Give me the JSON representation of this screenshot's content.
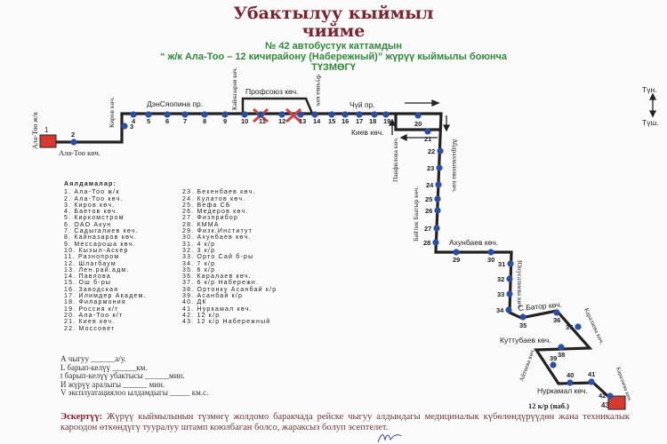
{
  "header": {
    "title_line1": "Убактылуу кыймыл",
    "title_line2": "чийме",
    "subtitle_line1": "№ 42 автобустук каттамдын",
    "subtitle_line2": "“ ж/к Ала-Тоо – 12   кичирайону (Набережный)” жүрүү кыймылы боюнча",
    "subtitle_line3": "ТҮЗМӨГҮ"
  },
  "direction": {
    "up": "Түн.",
    "down": "Түш."
  },
  "streets": {
    "ala_too_zhk": "Ала-Тоо ж/к",
    "ala_too_koch": "Ала-Тоо көч.",
    "kirov": "Киров көч.",
    "deng": "ДэнСяопина пр.",
    "kainazarov": "Кайназаров көч.",
    "profsoyuz": "Профсоюз көч.",
    "fuchik": "Фучика көч.",
    "chui": "Чүй пр.",
    "kiev": "Киев көч.",
    "panfilov": "Панфилова көч.",
    "abdrakhmanov": "Абдрахманова көч.",
    "baitik": "Байтик Баатыр көч.",
    "akhunbaev": "Ахунбаев көч.",
    "yunusaliev": "Юнусалиева көч.",
    "s_bator": "С.Батор көч.",
    "karalaev": "Каралаева көч.",
    "kuttubaev": "Куттубаев көч.",
    "aitiev": "Айтиева көч.",
    "nurkamal": "Нуркамал көч.",
    "karalaev2": "Каралаева көч.",
    "end_label": "12 к/р (наб.)"
  },
  "stops_title": "Аялдамалар:",
  "stops": [
    "1. Ала-Тоо ж/к",
    "2. Ала-Тоо көч.",
    "3. Киров көч.",
    "4. Баетов көч.",
    "5. Киркомстром",
    "6. ОАО Акун",
    "7. Садыгалиев көч.",
    "8. Кайназаров көч.",
    "9. Мессароша көч.",
    "10. Кызыл-Аскер",
    "11. Разнопром",
    "12. Шлагбаум",
    "13. Лен.рай.адм.",
    "14. Павлова",
    "15. Ош б-ры",
    "16. Заводская",
    "17. Илимдер Академ.",
    "18. Филармония",
    "19. Россия к/т",
    "20. Ала-Тоо к/т",
    "21. Киев көч.",
    "22. Моссовет",
    "23. Бекенбаев көч.",
    "24. Кулатов көч.",
    "25. Вефа СБ",
    "26. Медеров көч.",
    "27. Физприбор",
    "28. КММА",
    "29. Физк.Институт",
    "30. Ахунбаев көч.",
    "31. 4 к/р",
    "32. 3 к/р",
    "33. Орто Сай б-ры",
    "34. 7 к/р",
    "35. 6 к/р",
    "36. Каралаев көч.",
    "37. 6 к/р Набережн.",
    "38. Ортонку Асанбай к/р",
    "39. Асанбай к/р",
    "40. ДК",
    "41. Нуркамал көч.",
    "42. 12 к/р",
    "43. 12 к/р Набережный"
  ],
  "stop_numbers": [
    "1",
    "2",
    "3",
    "4",
    "5",
    "6",
    "7",
    "8",
    "9",
    "10",
    "11",
    "12",
    "13",
    "14",
    "15",
    "16",
    "17",
    "18",
    "19",
    "20",
    "21",
    "22",
    "23",
    "24",
    "25",
    "26",
    "27",
    "28",
    "29",
    "30",
    "31",
    "32",
    "33",
    "34",
    "35",
    "36",
    "37",
    "38",
    "39",
    "40",
    "41",
    "42",
    "43"
  ],
  "params": [
    "А чыгуу ______а/у.",
    "L барып-келүү ______км.",
    "t барып-келүү убактысы ______мин.",
    "И жүрүү аралыгы ______ мин.",
    "V эксплуатациялоо ылдамдыгы _____ км.с."
  ],
  "note": {
    "label": "Эскертүү:",
    "text": " Жүрүү кыймылынын түзмөгү жолдомо баракчада рейске чыгуу алдындагы медициналык күбөлөндүрүүдөн жана техникалык кароодон өткөндүгү тууралуу штамп коюлбаган болсо, жараксыз болуп эсептелет."
  },
  "colors": {
    "title": "#7a2430",
    "subtitle": "#2f8a3a",
    "stop": "#2a4fa8",
    "terminal": "#d63a2f",
    "route": "#222222"
  }
}
